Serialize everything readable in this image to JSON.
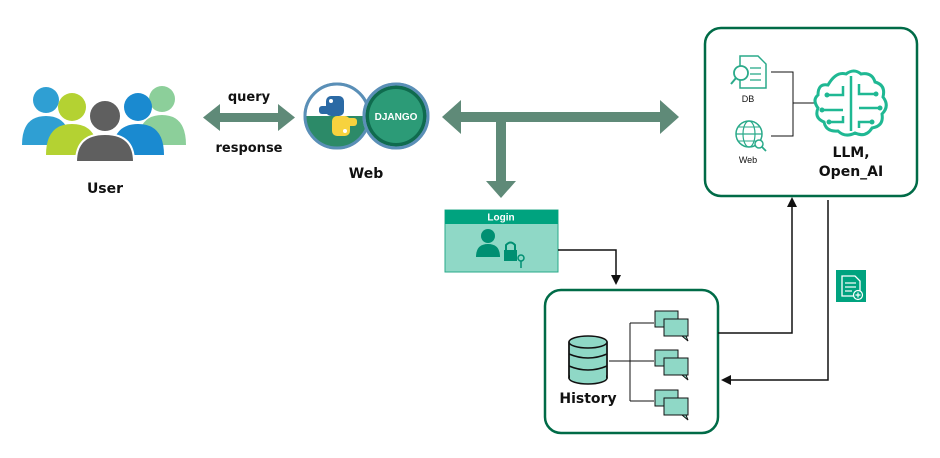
{
  "nodes": {
    "user": {
      "label": "User"
    },
    "web": {
      "label": "Web",
      "logo_text": "DJANGO"
    },
    "login": {
      "label": "Login"
    },
    "llm": {
      "line1": "LLM,",
      "line2": "Open_AI",
      "db_label": "DB",
      "web_label": "Web"
    },
    "history": {
      "label": "History"
    }
  },
  "edges": {
    "query": "query",
    "response": "response"
  },
  "colors": {
    "arrow_thick": "#5f8a78",
    "teal": "#2aaa8a",
    "teal_light": "#7dd3c0",
    "teal_dark": "#008f72",
    "box_border": "#006b47",
    "python_blue": "#2b6aa5",
    "python_yellow": "#f7d23e",
    "django_green": "#0f6b4e"
  }
}
